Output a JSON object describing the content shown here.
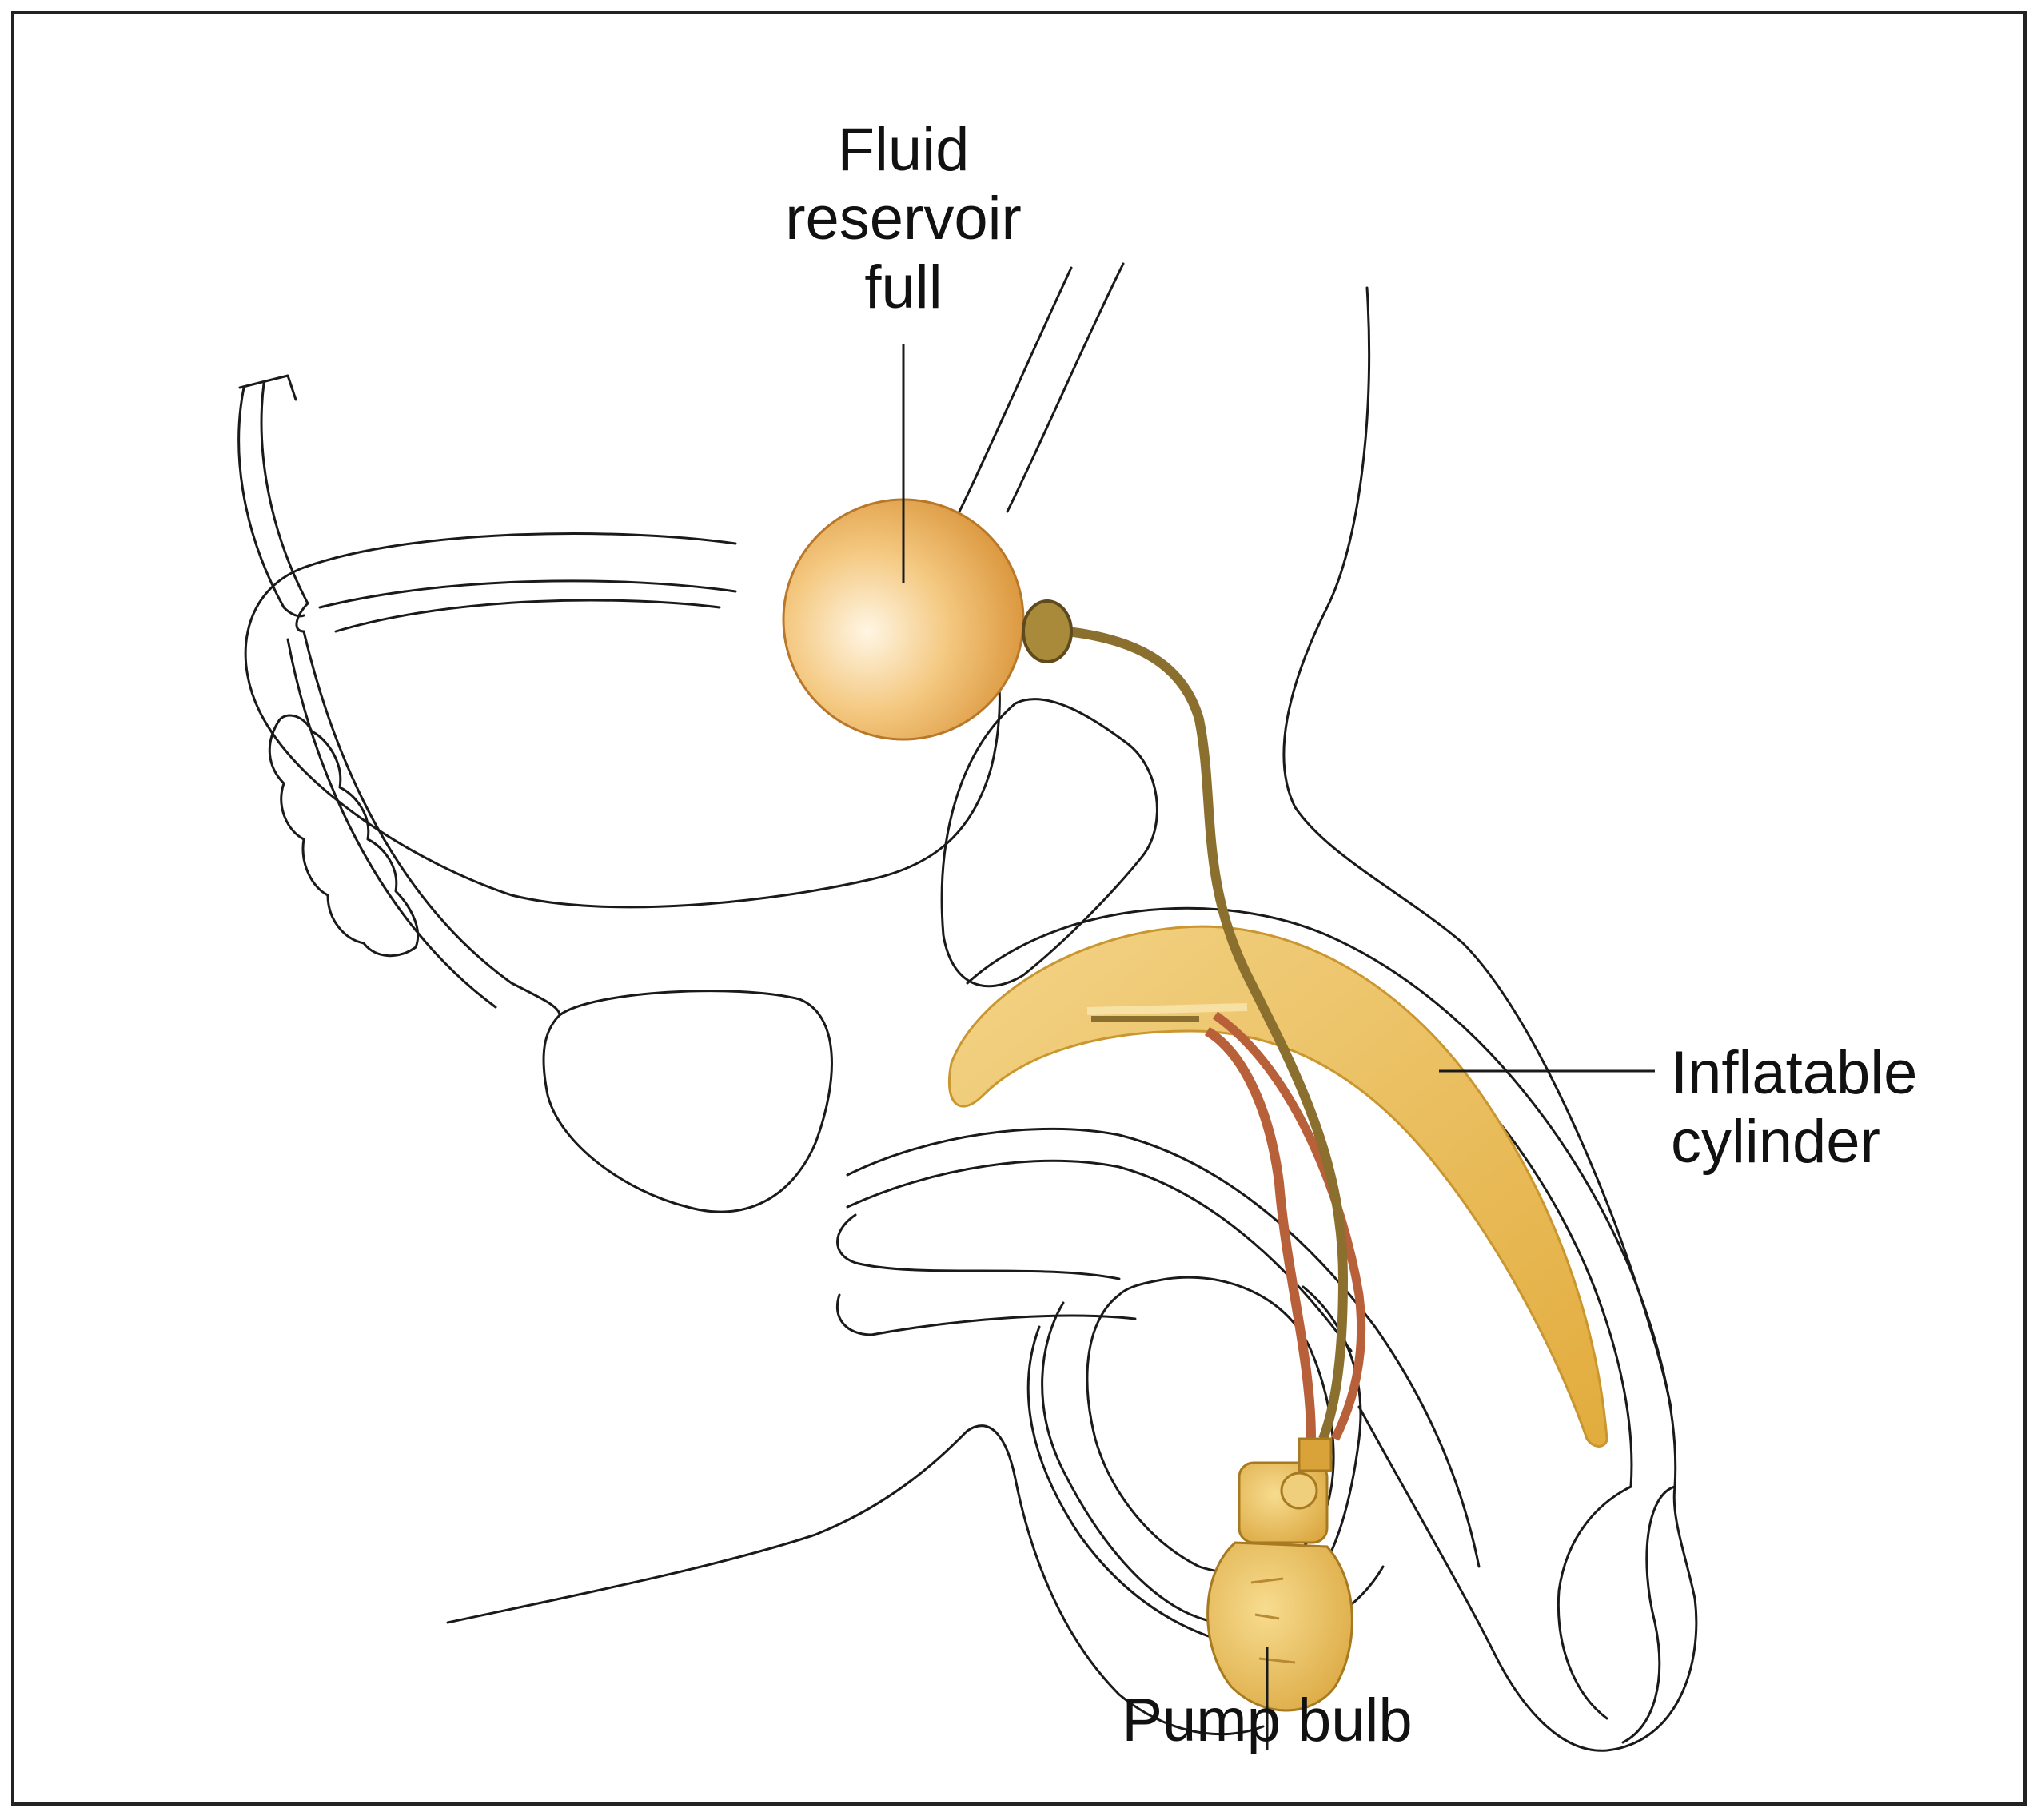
{
  "labels": {
    "reservoir": [
      "Fluid",
      "reservoir",
      "full"
    ],
    "cylinder": [
      "Inflatable",
      "cylinder"
    ],
    "pump": "Pump bulb"
  },
  "colors": {
    "outline": "#1a1a1a",
    "reservoir_light": "#fbe7c2",
    "reservoir_dark": "#d99435",
    "cylinder_fill": "#e9b94f",
    "cylinder_light": "#f6d98e",
    "tube_olive": "#8a6f2e",
    "tube_rust": "#b8603a",
    "pump_fill": "#e3b650"
  }
}
